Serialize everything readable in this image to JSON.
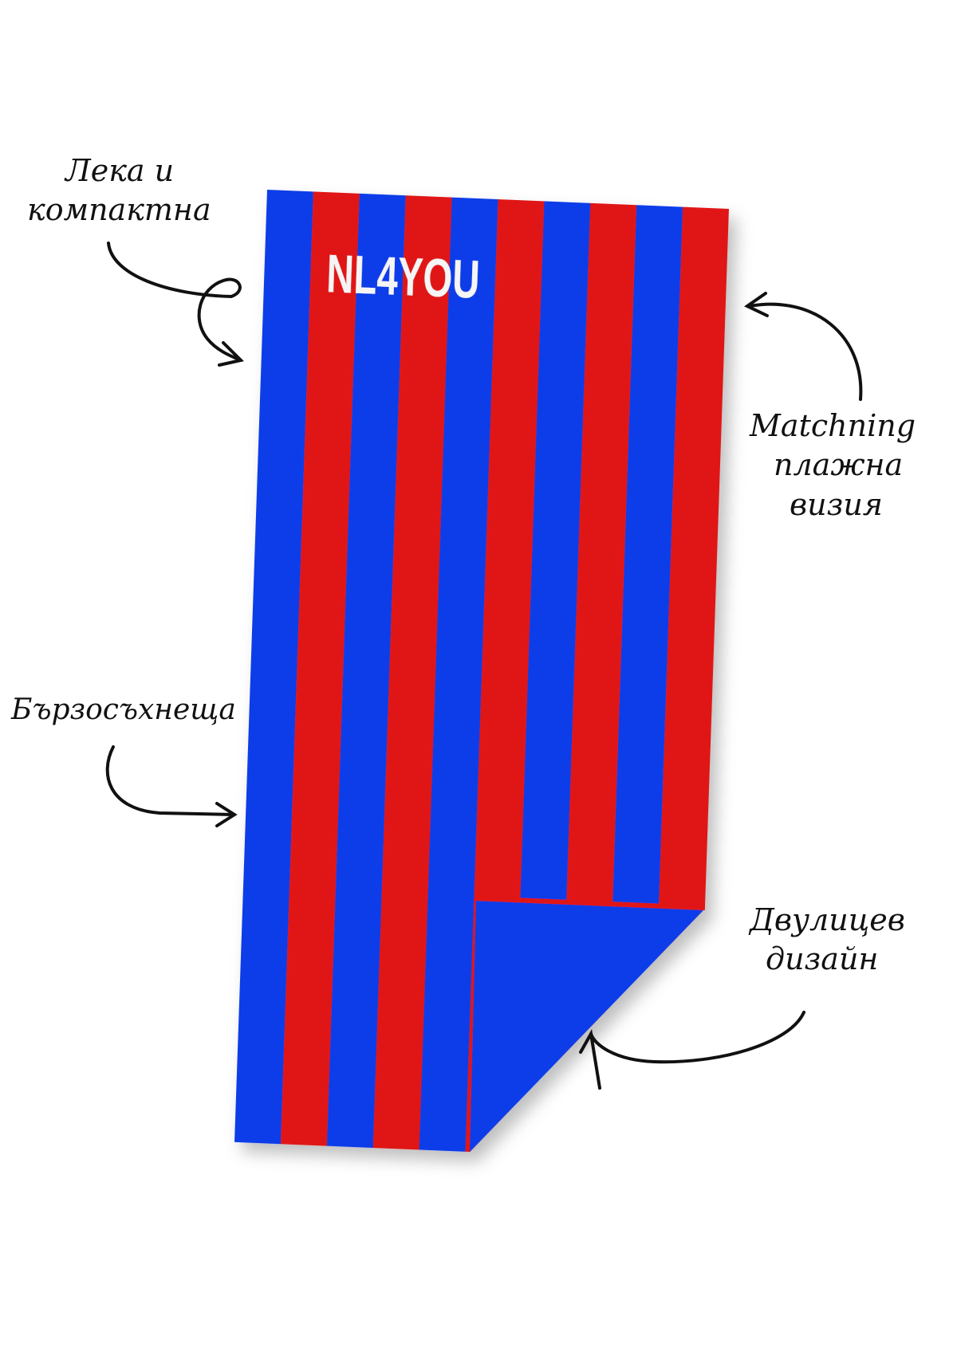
{
  "brand": {
    "logo": "NL4YOU"
  },
  "annotations": {
    "light_compact": [
      "Лека и",
      "компактна"
    ],
    "matching": [
      "Matchning",
      "плажна",
      "визия"
    ],
    "quick_dry": [
      "Бързосъхнеща"
    ],
    "double_sided": [
      "Двулицев",
      "дизайн"
    ]
  },
  "colors": {
    "blue": "#0f3ee8",
    "red": "#e01414",
    "ink": "#111111"
  }
}
